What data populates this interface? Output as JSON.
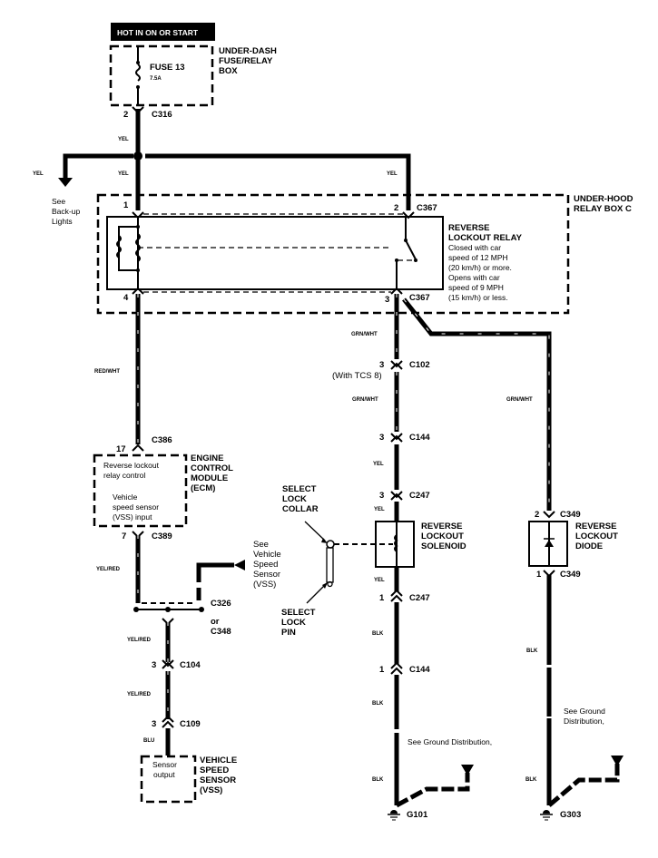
{
  "power": {
    "label": "HOT IN ON OR START"
  },
  "fuse_box": {
    "title": [
      "UNDER-DASH",
      "FUSE/RELAY",
      "BOX"
    ],
    "fuse_name": "FUSE 13",
    "fuse_rating": "7.5A",
    "connector_pin": "2",
    "connector": "C316",
    "wire_color": "YEL"
  },
  "backup": {
    "wire_color": "YEL",
    "ref": [
      "See",
      "Back-up",
      "Lights"
    ],
    "wire_color_main": "YEL",
    "wire_color_right": "YEL"
  },
  "relay_box": {
    "title": [
      "UNDER-HOOD",
      "RELAY BOX C"
    ],
    "pin1": "1",
    "pin2": "2",
    "pin3": "3",
    "pin4": "4",
    "connector_top": "C367",
    "connector_bottom": "C367",
    "relay_name": [
      "REVERSE",
      "LOCKOUT RELAY"
    ],
    "relay_desc": [
      "Closed with car",
      "speed of 12 MPH",
      "(20 km/h) or more.",
      "Opens with car",
      "speed of 9 MPH",
      "(15 km/h) or less."
    ]
  },
  "left_branch": {
    "wire_color_1": "RED/WHT",
    "ecm_pin": "17",
    "ecm_connector_top": "C386",
    "ecm_title": [
      "ENGINE",
      "CONTROL",
      "MODULE",
      "(ECM)"
    ],
    "ecm_text_1": [
      "Reverse lockout",
      "relay control"
    ],
    "ecm_text_2": [
      "Vehicle",
      "speed sensor",
      "(VSS) input"
    ],
    "ecm_pin_bottom": "7",
    "ecm_connector_bottom": "C389",
    "wire_color_2": "YEL/RED",
    "vss_ref": [
      "See",
      "Vehicle",
      "Speed",
      "Sensor",
      "(VSS)"
    ],
    "splice": [
      "C326",
      "or",
      "C348"
    ],
    "wire_color_3": "YEL/RED",
    "c104_pin": "3",
    "c104": "C104",
    "wire_color_4": "YEL/RED",
    "c109_pin": "3",
    "c109": "C109",
    "wire_color_5": "BLU",
    "vss_text": [
      "Sensor",
      "output"
    ],
    "vss_title": [
      "VEHICLE",
      "SPEED",
      "SENSOR",
      "(VSS)"
    ]
  },
  "middle_branch": {
    "wire_color_1": "GRN/WHT",
    "c102_pin": "3",
    "c102": "C102",
    "c102_note": "(With TCS 8)",
    "wire_color_2": "GRN/WHT",
    "c144_pin": "3",
    "c144": "C144",
    "wire_color_3": "YEL",
    "c247_pin_top": "3",
    "c247_top": "C247",
    "wire_color_4": "YEL",
    "solenoid_title": [
      "REVERSE",
      "LOCKOUT",
      "SOLENOID"
    ],
    "collar_label": [
      "SELECT",
      "LOCK",
      "COLLAR"
    ],
    "pin_label": [
      "SELECT",
      "LOCK",
      "PIN"
    ],
    "wire_color_5": "YEL",
    "c247_pin_bottom": "1",
    "c247_bottom": "C247",
    "wire_color_6": "BLK",
    "c144b_pin": "1",
    "c144b": "C144",
    "wire_color_7": "BLK",
    "ground_ref": "See Ground Distribution,",
    "wire_color_8": "BLK",
    "ground": "G101"
  },
  "right_branch": {
    "wire_color_1": "GRN/WHT",
    "c349_pin_top": "2",
    "c349_top": "C349",
    "diode_title": [
      "REVERSE",
      "LOCKOUT",
      "DIODE"
    ],
    "c349_pin_bottom": "1",
    "c349_bottom": "C349",
    "wire_color_2": "BLK",
    "ground_ref": [
      "See Ground",
      "Distribution,"
    ],
    "wire_color_3": "BLK",
    "ground": "G303"
  }
}
